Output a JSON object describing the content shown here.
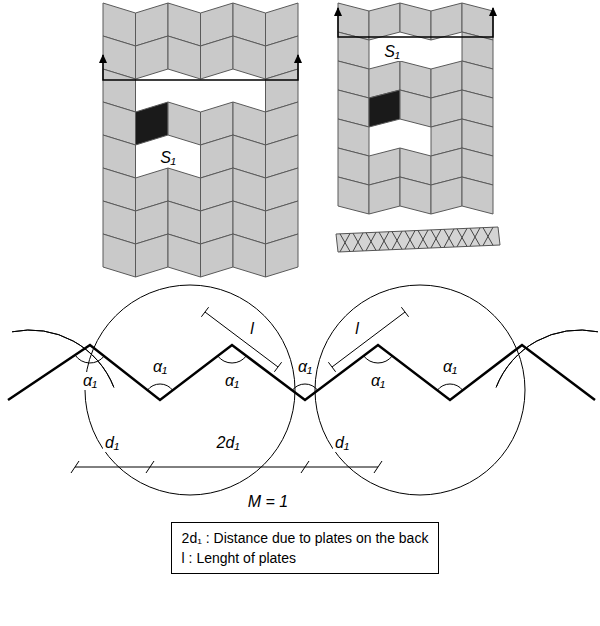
{
  "diagram": {
    "nodes": [
      {
        "text": [
          "2d₁ : Distance due to plates on the back",
          "l : Lenght of plates"
        ]
      }
    ],
    "labels": [
      "S₁",
      "S₁",
      "l",
      "l",
      "α₁",
      "α₁",
      "α₁",
      "α₁",
      "α₁",
      "α₁",
      "d₁",
      "2d₁",
      "d₁",
      "M = 1"
    ]
  }
}
